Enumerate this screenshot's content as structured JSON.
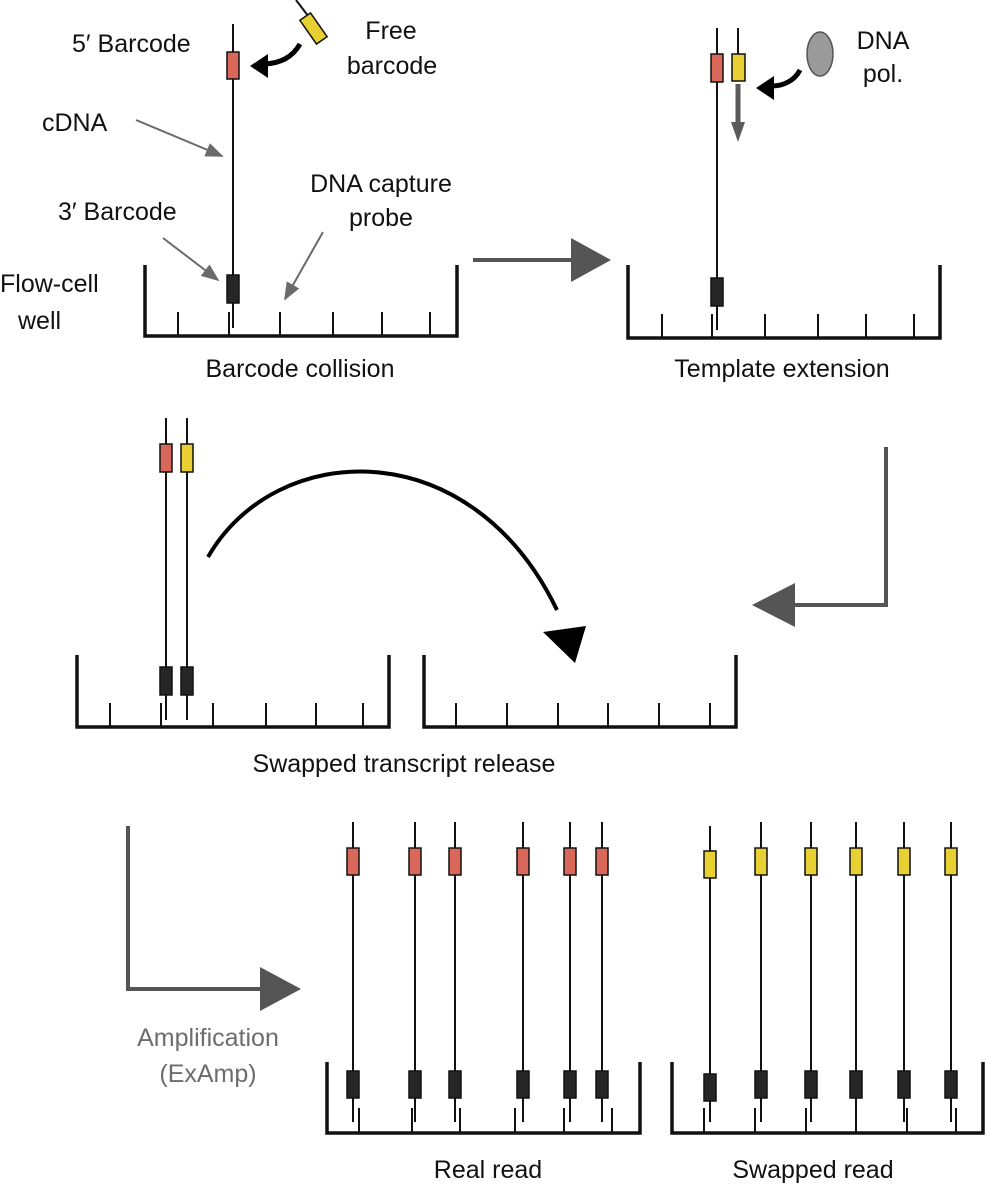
{
  "colors": {
    "five_prime_barcode": "#d9685a",
    "free_barcode": "#e8d033",
    "three_prime_barcode": "#262626",
    "dna_polymerase": "#9a9a9a",
    "process_arrow": "#5a5a5a",
    "line": "#111111"
  },
  "labels": {
    "five_prime_barcode": "5′ Barcode",
    "free_barcode": [
      "Free",
      "barcode"
    ],
    "cdna": "cDNA",
    "dna_capture_probe": [
      "DNA capture",
      "probe"
    ],
    "three_prime_barcode": "3′ Barcode",
    "flow_cell_well": [
      "Flow-cell",
      "well"
    ],
    "dna_pol": [
      "DNA",
      "pol."
    ],
    "amplification": [
      "Amplification",
      "(ExAmp)"
    ]
  },
  "captions": {
    "barcode_collision": "Barcode collision",
    "template_extension": "Template extension",
    "swapped_transcript_release": "Swapped transcript release",
    "real_read": "Real read",
    "swapped_read": "Swapped read"
  }
}
